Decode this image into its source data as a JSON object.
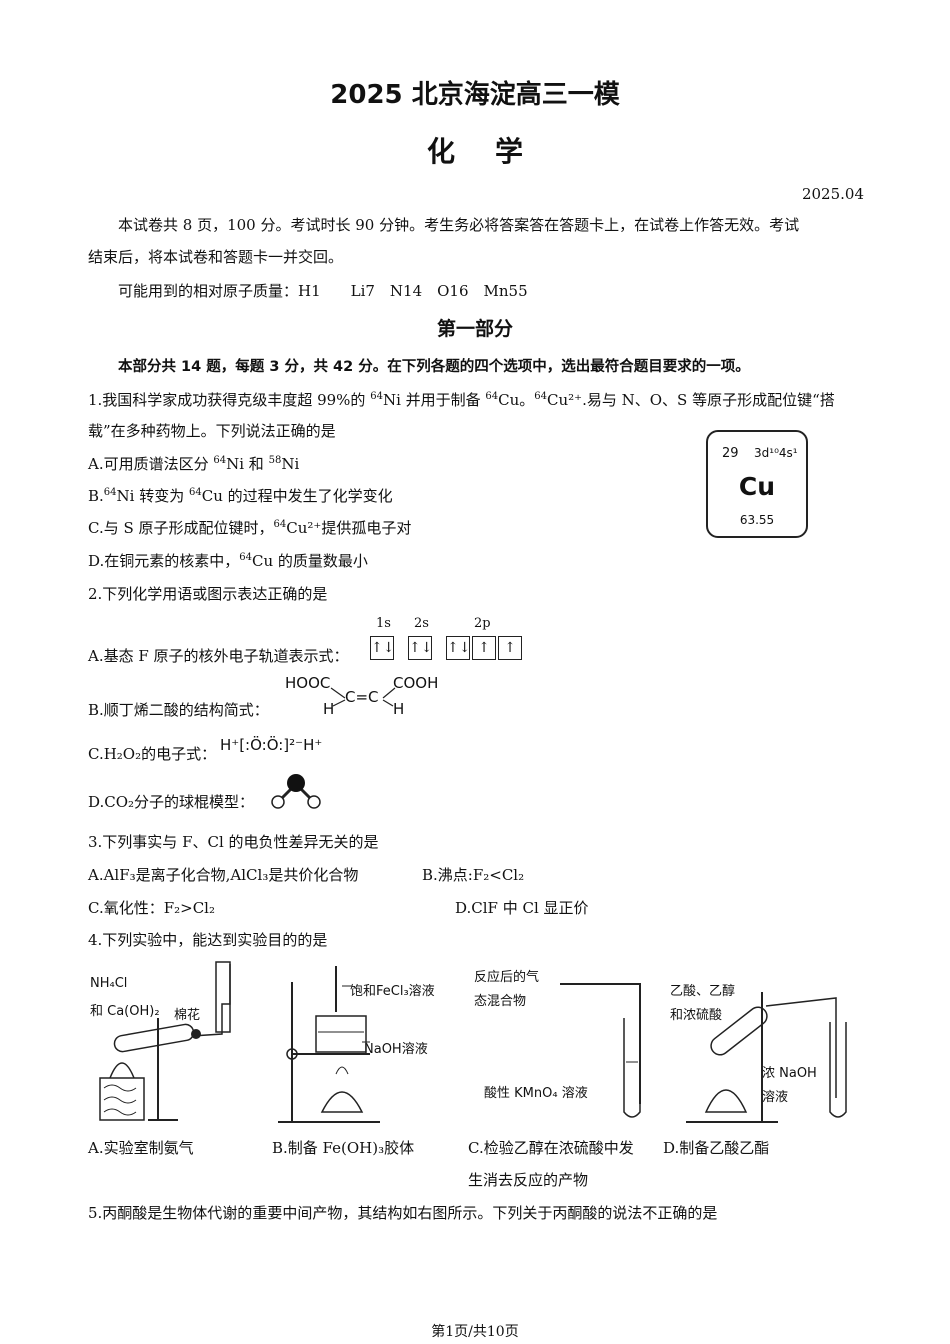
{
  "header": {
    "title": "2025 北京海淀高三一模",
    "subject": "化学",
    "date": "2025.04",
    "notice_line1": "本试卷共 8 页，100 分。考试时长 90 分钟。考生务必将答案答在答题卡上，在试卷上作答无效。考试",
    "notice_line2": "结束后，将本试卷和答题卡一并交回。",
    "atomic_masses": "可能用到的相对原子质量：H1　　Li7　N14　O16　Mn55"
  },
  "section1": {
    "title": "第一部分",
    "instruction": "本部分共 14 题，每题 3 分，共 42 分。在下列各题的四个选项中，选出最符合题目要求的一项。"
  },
  "q1": {
    "line1_a": "1.我国科学家成功获得克级丰度超 99%的 ",
    "sup64": "64",
    "line1_b": "Ni 并用于制备 ",
    "line1_c": "Cu。",
    "line1_d": "Cu²⁺.易与 N、O、S 等原子形成配位键“搭",
    "line2": "载”在多种药物上。下列说法正确的是",
    "a_pre": "A.可用质谱法区分 ",
    "a_mid": "Ni 和 ",
    "sup58": "58",
    "a_end": "Ni",
    "b_pre": "B.",
    "b_mid": "Ni 转变为 ",
    "b_end": "Cu 的过程中发生了化学变化",
    "c_pre": "C.与 S 原子形成配位键时，",
    "c_end": "Cu²⁺提供孤电子对",
    "d_pre": "D.在铜元素的核素中，",
    "d_end": "Cu 的质量数最小",
    "element": {
      "number": "29",
      "config": "3d¹⁰4s¹",
      "symbol": "Cu",
      "mass": "63.55"
    }
  },
  "q2": {
    "stem": "2.下列化学用语或图示表达正确的是",
    "a": "A.基态 F 原子的核外电子轨道表示式：",
    "orbital_labels": [
      "1s",
      "2s",
      "2p"
    ],
    "orbital_boxes": [
      "↑↓",
      "↑↓",
      "↑↓",
      "↑",
      "↑"
    ],
    "b": "B.顺丁烯二酸的结构简式：",
    "b_struct": {
      "hooc": "HOOC",
      "cooh": "COOH",
      "h1": "H",
      "h2": "H",
      "cc": "C=C"
    },
    "c": "C.H₂O₂的电子式：",
    "c_formula": "H⁺[:Ö:Ö:]²⁻H⁺",
    "d": "D.CO₂分子的球棍模型："
  },
  "q3": {
    "stem": "3.下列事实与 F、Cl 的电负性差异无关的是",
    "a": "A.AlF₃是离子化合物,AlCl₃是共价化合物",
    "b": "B.沸点:F₂<Cl₂",
    "c": "C.氧化性：F₂>Cl₂",
    "d": "D.ClF 中 Cl 显正价"
  },
  "q4": {
    "stem": "4.下列实验中，能达到实验目的的是",
    "labels": {
      "nh4cl": "NH₄Cl",
      "caoh2": "和 Ca(OH)₂",
      "cotton": "棉花",
      "fecl3": "饱和FeCl₃溶液",
      "naoh": "NaOH溶液",
      "gas1": "反应后的气",
      "gas2": "态混合物",
      "kmno4": "酸性 KMnO₄ 溶液",
      "mix1": "乙酸、乙醇",
      "mix2": "和浓硫酸",
      "naoh2a": "浓 NaOH",
      "naoh2b": "溶液"
    },
    "a": "A.实验室制氨气",
    "b": "B.制备 Fe(OH)₃胶体",
    "c_line1": "C.检验乙醇在浓硫酸中发",
    "c_line2": "生消去反应的产物",
    "d": "D.制备乙酸乙酯"
  },
  "q5": {
    "stem": "5.丙酮酸是生物体代谢的重要中间产物，其结构如右图所示。下列关于丙酮酸的说法不正确的是"
  },
  "footer": {
    "page": "第1页/共10页"
  }
}
